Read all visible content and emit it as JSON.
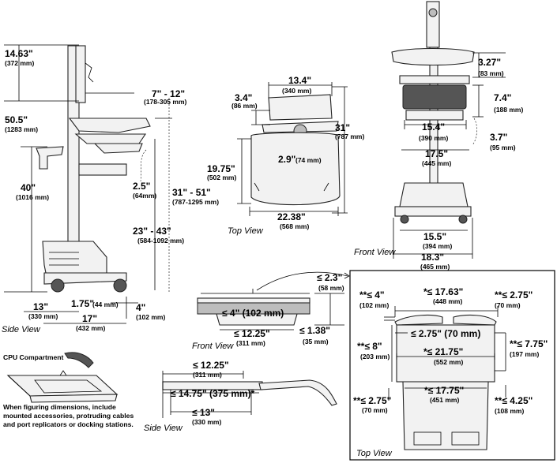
{
  "views": {
    "side": "Side View",
    "top": "Top View",
    "front": "Front View",
    "front_detail": "Front View",
    "side_detail": "Side View",
    "top_detail": "Top View"
  },
  "side_view": {
    "d1": {
      "in": "14.63\"",
      "mm": "(372 mm)"
    },
    "d2": {
      "in": "50.5\"",
      "mm": "(1283 mm)"
    },
    "d3": {
      "in": "40\"",
      "mm": "(1016 mm)"
    },
    "d4": {
      "in": "7\" - 12\"",
      "mm": "(178-305 mm)"
    },
    "d5": {
      "in": "2.5\"",
      "mm": "(64mm)"
    },
    "d6": {
      "in": "31\" - 51\"",
      "mm": "(787-1295 mm)"
    },
    "d7": {
      "in": "23\" - 43\"",
      "mm": "(584-1092 mm)"
    },
    "d8": {
      "in": "13\"",
      "mm": "(330 mm)"
    },
    "d9": {
      "in": "1.75\"",
      "mm": "(44 mm)"
    },
    "d10": {
      "in": "17\"",
      "mm": "(432 mm)"
    },
    "d11": {
      "in": "4\"",
      "mm": "(102 mm)"
    }
  },
  "top_view": {
    "d1": {
      "in": "13.4\"",
      "mm": "(340 mm)"
    },
    "d2": {
      "in": "3.4\"",
      "mm": "(86 mm)"
    },
    "d3": {
      "in": "31\"",
      "mm": "(787 mm)"
    },
    "d4": {
      "in": "19.75\"",
      "mm": "(502 mm)"
    },
    "d5": {
      "in": "2.9\"",
      "mm": "(74 mm)"
    },
    "d6": {
      "in": "22.38\"",
      "mm": "(568 mm)"
    }
  },
  "front_view": {
    "d1": {
      "in": "3.27\"",
      "mm": "(83 mm)"
    },
    "d2": {
      "in": "7.4\"",
      "mm": "(188 mm)"
    },
    "d3": {
      "in": "15.4\"",
      "mm": "(390 mm)"
    },
    "d4": {
      "in": "3.7\"",
      "mm": "(95 mm)"
    },
    "d5": {
      "in": "17.5\"",
      "mm": "(445 mm)"
    },
    "d6": {
      "in": "15.5\"",
      "mm": "(394 mm)"
    },
    "d7": {
      "in": "18.3\"",
      "mm": "(465 mm)"
    }
  },
  "keyboard_front": {
    "d1": {
      "in": "≤ 2.3\"",
      "mm": "(58 mm)"
    },
    "d2": {
      "in": "≤ 4\" (102 mm)"
    },
    "d3": {
      "in": "≤ 12.25\"",
      "mm": "(311 mm)"
    },
    "d4": {
      "in": "≤ 1.38\"",
      "mm": "(35 mm)"
    }
  },
  "keyboard_side": {
    "d1": {
      "in": "≤ 12.25\"",
      "mm": "(311 mm)"
    },
    "d2": {
      "in": "≤ 14.75\" (375 mm)*"
    },
    "d3": {
      "in": "≤ 13\"",
      "mm": "(330 mm)"
    }
  },
  "cpu": {
    "title": "CPU Compartment",
    "note1": "When figuring dimensions, include",
    "note2": "mounted accessories, protruding cables",
    "note3": "and port replicators or docking stations."
  },
  "detail_top": {
    "d1": {
      "in": "**≤ 4\"",
      "mm": "(102 mm)"
    },
    "d2": {
      "in": "*≤ 17.63\"",
      "mm": "(448 mm)"
    },
    "d3": {
      "in": "**≤ 2.75\"",
      "mm": "(70 mm)"
    },
    "d4": {
      "in": "≤ 2.75\" (70 mm)"
    },
    "d5": {
      "in": "**≤ 8\"",
      "mm": "(203 mm)"
    },
    "d6": {
      "in": "*≤ 21.75\"",
      "mm": "(552 mm)"
    },
    "d7": {
      "in": "**≤ 7.75\"",
      "mm": "(197 mm)"
    },
    "d8": {
      "in": "**≤ 2.75\"",
      "mm": "(70 mm)"
    },
    "d9": {
      "in": "*≤ 17.75\"",
      "mm": "(451 mm)"
    },
    "d10": {
      "in": "**≤ 4.25\"",
      "mm": "(108 mm)"
    }
  }
}
